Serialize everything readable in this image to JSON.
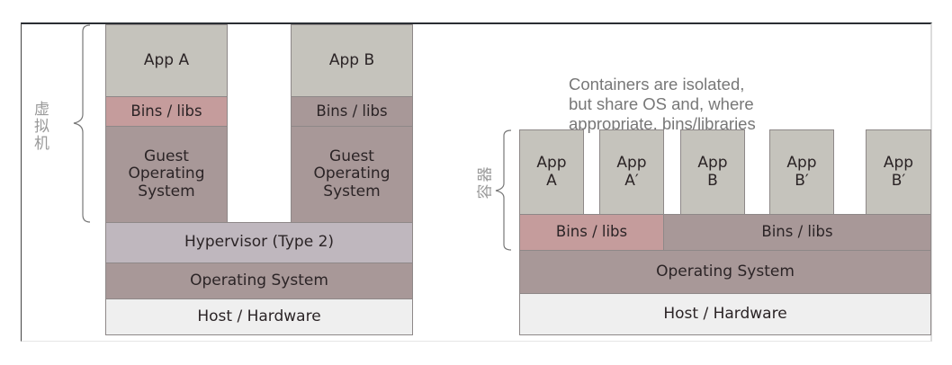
{
  "vm_diagram": {
    "side_label": "虚拟机",
    "apps": [
      {
        "app": "App A",
        "bins": "Bins / libs",
        "guest_os": "Guest\nOperating\nSystem",
        "bins_color": "#c59c9c"
      },
      {
        "app": "App B",
        "bins": "Bins / libs",
        "guest_os": "Guest\nOperating\nSystem",
        "bins_color": "#a89898"
      }
    ],
    "hypervisor": "Hypervisor (Type 2)",
    "operating_system": "Operating System",
    "host": "Host / Hardware"
  },
  "container_diagram": {
    "side_label": "容器",
    "caption": "Containers are isolated,\nbut share OS and, where\nappropriate, bins/libraries",
    "apps": [
      {
        "line1": "App",
        "line2": "A"
      },
      {
        "line1": "App",
        "line2": "A′"
      },
      {
        "line1": "App",
        "line2": "B"
      },
      {
        "line1": "App",
        "line2": "B′"
      },
      {
        "line1": "App",
        "line2": "B′"
      }
    ],
    "bins": [
      {
        "label": "Bins / libs",
        "color": "#c59c9c"
      },
      {
        "label": "Bins / libs",
        "color": "#a89898"
      }
    ],
    "operating_system": "Operating System",
    "host": "Host / Hardware"
  },
  "colors": {
    "app": "#c5c3bc",
    "bins_highlight": "#c59c9c",
    "bins_shared": "#a89898",
    "guest_os": "#a89898",
    "hypervisor": "#bfb7be",
    "os": "#a89898",
    "host": "#efefef"
  }
}
